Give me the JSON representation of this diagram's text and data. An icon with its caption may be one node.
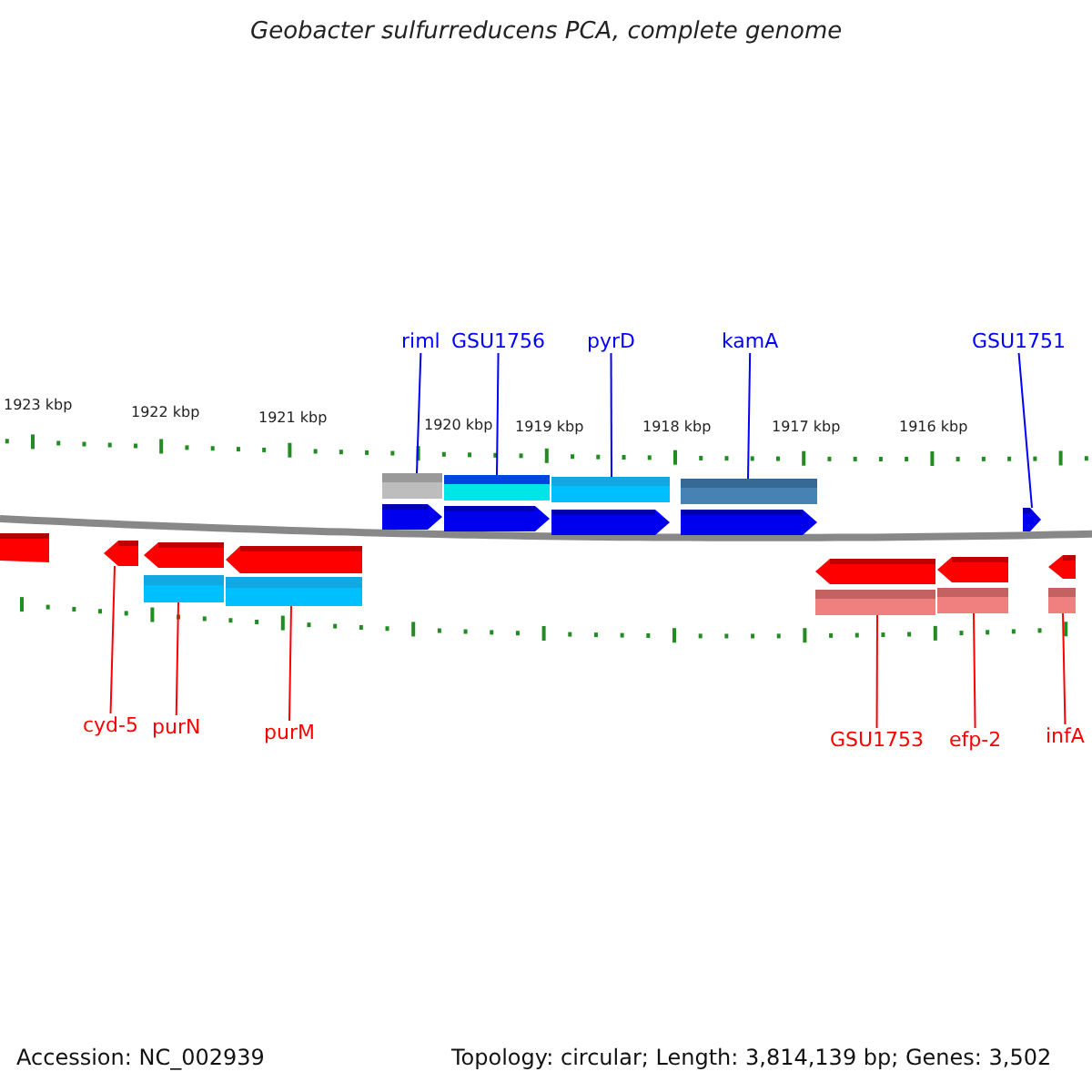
{
  "diagram": {
    "title": "Geobacter sulfurreducens PCA, complete genome",
    "nodes": [
      {
        "text": [
          "riml"
        ]
      },
      {
        "text": [
          "GSU1756"
        ]
      },
      {
        "text": [
          "pyrD"
        ]
      },
      {
        "text": [
          "kamA"
        ]
      },
      {
        "text": [
          "GSU1751"
        ]
      },
      {
        "text": [],
        "shape": "arrow"
      },
      {
        "text": [],
        "shape": "arrow"
      },
      {
        "text": [],
        "shape": "arrow"
      },
      {
        "text": [],
        "shape": "arrow"
      },
      {
        "text": [],
        "shape": "arrow"
      },
      {
        "text": [],
        "shape": "arrow"
      },
      {
        "text": [],
        "shape": "arrow"
      },
      {
        "text": [],
        "shape": "arrow"
      },
      {
        "text": [],
        "shape": "arrow"
      },
      {
        "text": [],
        "shape": "arrow"
      },
      {
        "text": [],
        "shape": "arrow"
      },
      {
        "text": [
          "cyd-5"
        ]
      },
      {
        "text": [
          "purN"
        ]
      },
      {
        "text": [
          "purM"
        ]
      },
      {
        "text": [
          "GSU1753"
        ]
      },
      {
        "text": [
          "efp-2"
        ]
      },
      {
        "text": [
          "infA"
        ]
      }
    ],
    "edges": [
      {
        "from": 0,
        "to": 5,
        "arrow": "none",
        "color": "#0000ff"
      },
      {
        "from": 1,
        "to": 6,
        "arrow": "none",
        "color": "#0000ff"
      },
      {
        "from": 2,
        "to": 7,
        "arrow": "none",
        "color": "#0000ff"
      },
      {
        "from": 3,
        "to": 8,
        "arrow": "none",
        "color": "#0000ff"
      },
      {
        "from": 4,
        "to": 9,
        "arrow": "none",
        "color": "#0000ff"
      },
      {
        "from": 16,
        "to": 10,
        "arrow": "none"
      },
      {
        "from": 17,
        "to": 11,
        "arrow": "none"
      },
      {
        "from": 18,
        "to": 12,
        "arrow": "none"
      },
      {
        "from": 19,
        "to": 13,
        "arrow": "none"
      },
      {
        "from": 20,
        "to": 14,
        "arrow": "none"
      },
      {
        "from": 21,
        "to": 15,
        "arrow": "none"
      }
    ],
    "labels": [
      "1923 kbp",
      "1922 kbp",
      "1921 kbp",
      "1920 kbp",
      "1919 kbp",
      "1918 kbp",
      "1917 kbp",
      "1916 kbp",
      "Accession: NC_002939",
      "Topology: circular; Length: 3,814,139 bp; Genes: 3,502"
    ]
  }
}
